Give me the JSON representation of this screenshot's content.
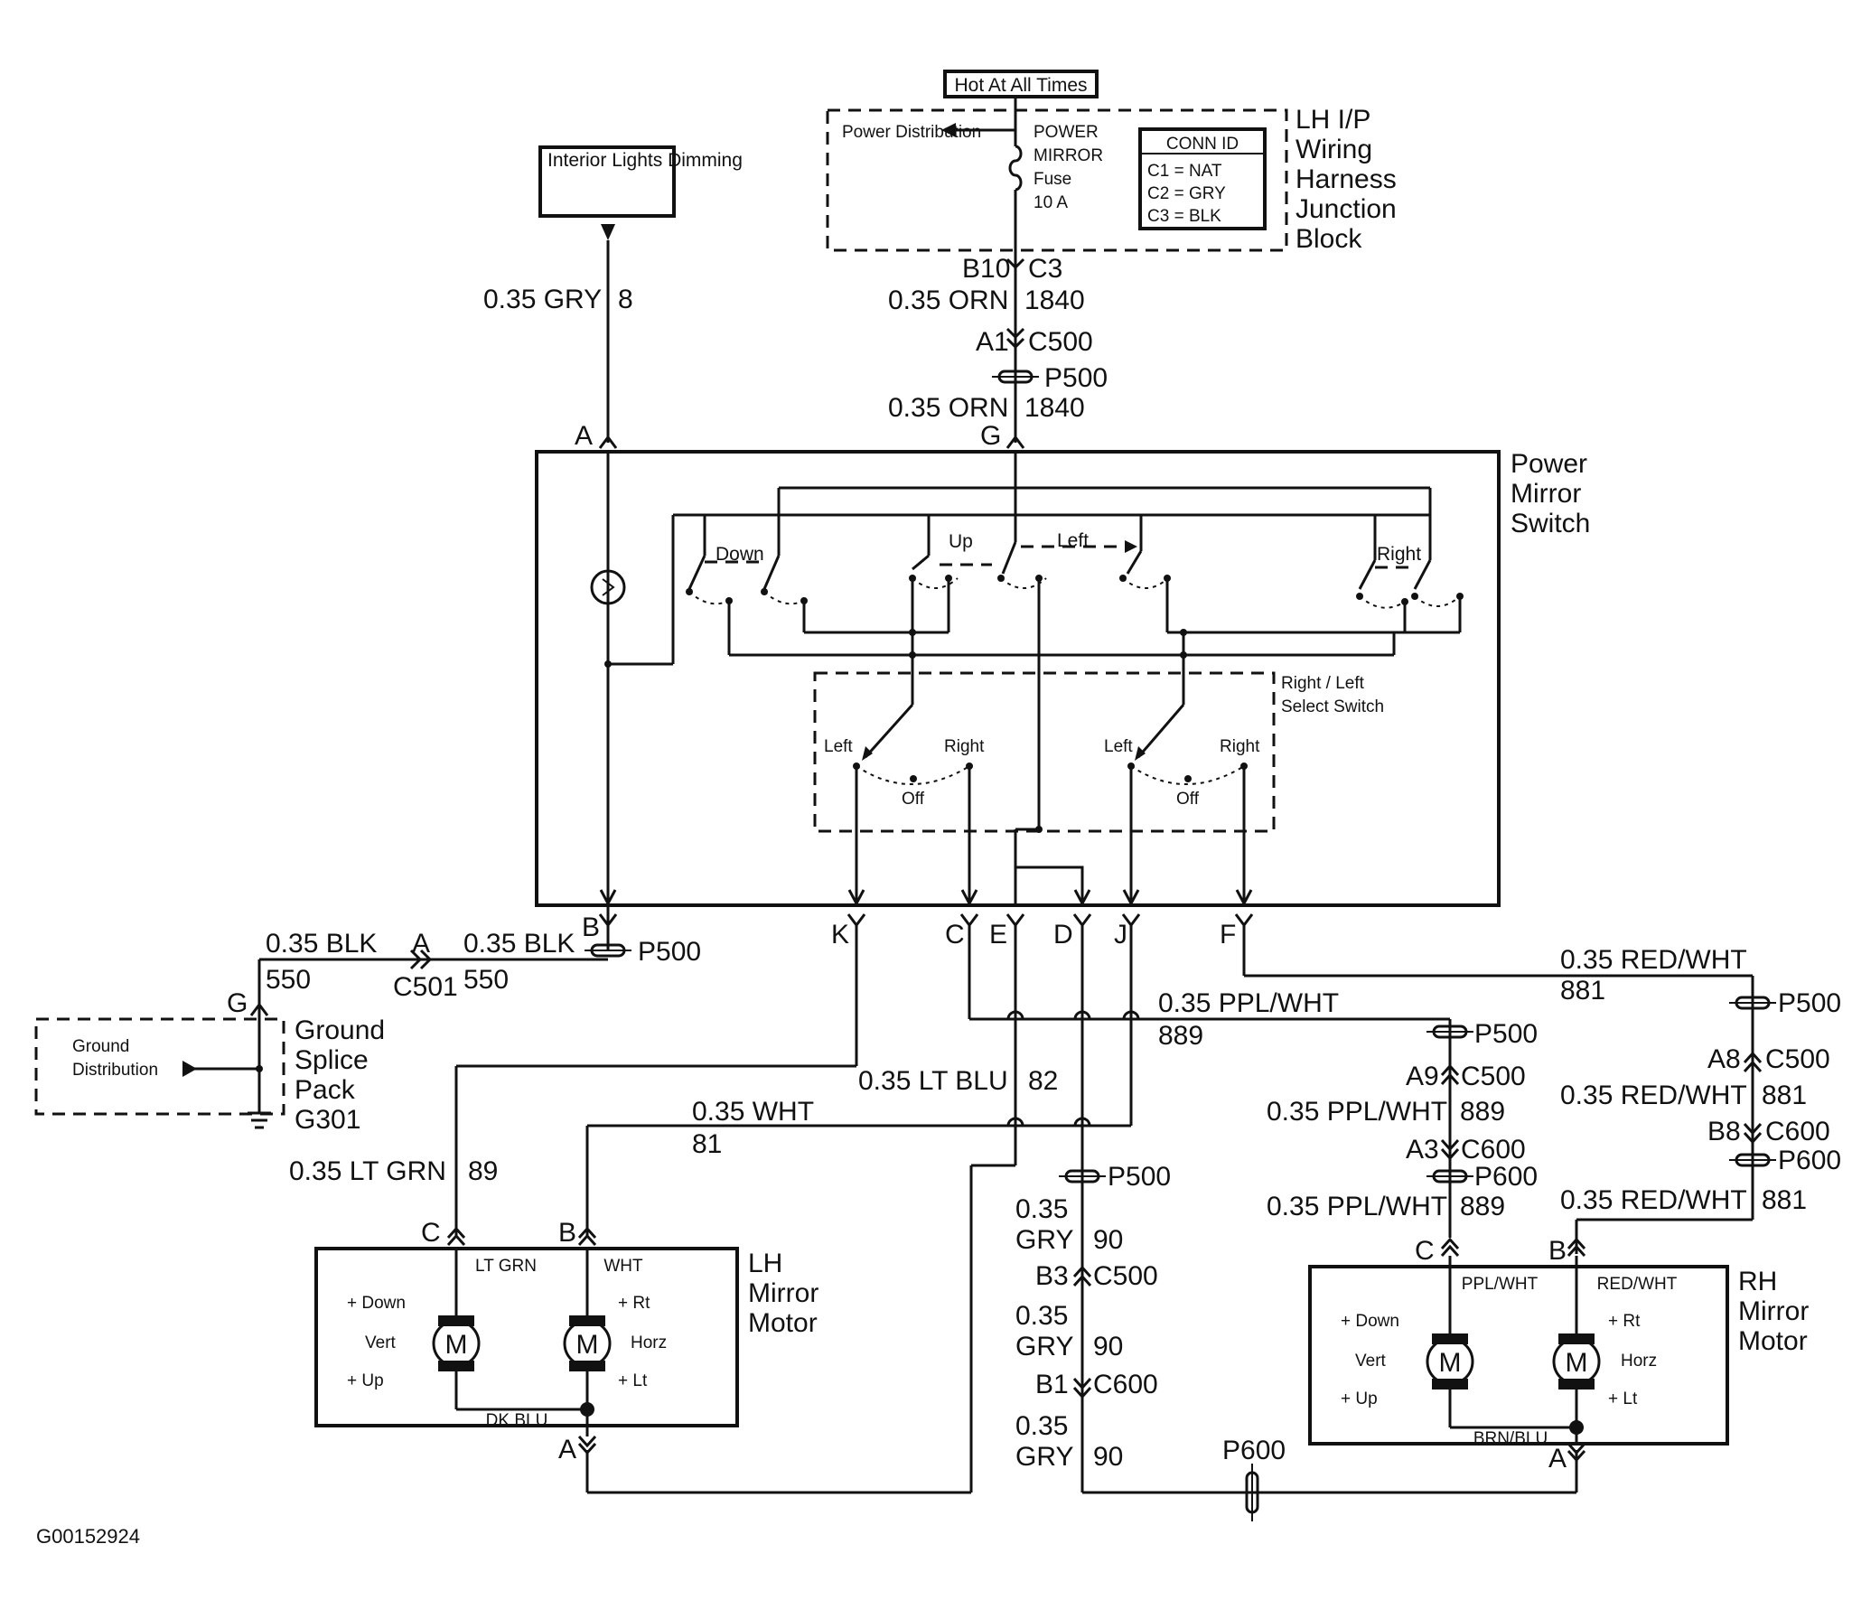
{
  "header": {
    "hot_at_all_times": "Hot At All Times",
    "interior_lights": "Interior Lights Dimming"
  },
  "junction_block": {
    "power_distribution": "Power Distribution",
    "fuse_lines": [
      "POWER",
      "MIRROR",
      "Fuse",
      "10 A"
    ],
    "conn_id_title": "CONN ID",
    "conn_ids": [
      "C1 = NAT",
      "C2 = GRY",
      "C3 = BLK"
    ],
    "title_lines": [
      "LH I/P",
      "Wiring",
      "Harness",
      "Junction",
      "Block"
    ]
  },
  "wires": {
    "gry_8": "0.35 GRY",
    "num_8": "8",
    "b10": "B10",
    "c3": "C3",
    "orn": "0.35 ORN",
    "n1840": "1840",
    "a1": "A1",
    "c500": "C500",
    "p500": "P500",
    "blk": "0.35 BLK",
    "n550": "550",
    "c501": "C501",
    "red_wht": "0.35 RED/WHT",
    "n881": "881",
    "ppl_wht": "0.35 PPL/WHT",
    "n889": "889",
    "lt_blu": "0.35 LT BLU",
    "n82": "82",
    "wht": "0.35 WHT",
    "n81": "81",
    "lt_grn": "0.35 LT GRN",
    "n89": "89",
    "a9": "A9",
    "a3": "A3",
    "c600": "C600",
    "p600": "P600",
    "a8": "A8",
    "b8": "B8",
    "gry_035": "0.35",
    "gry": "GRY",
    "n90": "90",
    "b3": "B3",
    "b1": "B1"
  },
  "switch": {
    "title_lines": [
      "Power",
      "Mirror",
      "Switch"
    ],
    "pins": {
      "a": "A",
      "g": "G",
      "b": "B",
      "k": "K",
      "c": "C",
      "e": "E",
      "d": "D",
      "j": "J",
      "f": "F"
    },
    "down": "Down",
    "up": "Up",
    "left": "Left",
    "right": "Right",
    "select_lines": [
      "Right / Left",
      "Select Switch"
    ],
    "off": "Off"
  },
  "ground": {
    "pin_g": "G",
    "distribution_lines": [
      "Ground",
      "Distribution"
    ],
    "splice_lines": [
      "Ground",
      "Splice",
      "Pack",
      "G301"
    ]
  },
  "lh_motor": {
    "title_lines": [
      "LH",
      "Mirror",
      "Motor"
    ],
    "pin_c": "C",
    "pin_b": "B",
    "pin_a": "A",
    "wire_lt_grn": "LT GRN",
    "wire_wht": "WHT",
    "down": "+ Down",
    "vert": "Vert",
    "up": "+ Up",
    "rt": "+ Rt",
    "horz": "Horz",
    "lt": "+ Lt",
    "motor": "M",
    "dk_blu": "DK BLU"
  },
  "rh_motor": {
    "title_lines": [
      "RH",
      "Mirror",
      "Motor"
    ],
    "pin_c": "C",
    "pin_b": "B",
    "pin_a": "A",
    "wire_ppl_wht": "PPL/WHT",
    "wire_red_wht": "RED/WHT",
    "down": "+ Down",
    "vert": "Vert",
    "up": "+ Up",
    "rt": "+ Rt",
    "horz": "Horz",
    "lt": "+ Lt",
    "motor": "M",
    "brn_blu": "BRN/BLU"
  },
  "footer": {
    "figure_id": "G00152924"
  }
}
